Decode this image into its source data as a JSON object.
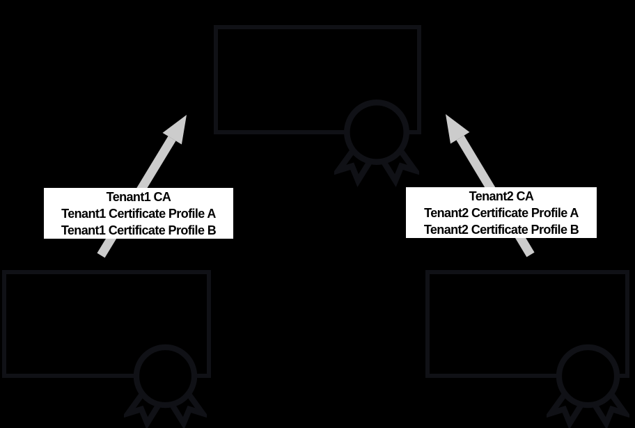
{
  "canvas": {
    "colors": {
      "background": "#000000",
      "diagram_stroke": "#101116",
      "arrow": "#cccccc",
      "label_background": "#ffffff",
      "label_text": "#000000"
    }
  },
  "icons": {
    "certificate_ribbon": "certificate-ribbon-icon"
  },
  "labels": {
    "tenant1": {
      "lines": [
        "Tenant1 CA",
        "Tenant1 Certificate Profile A",
        "Tenant1 Certificate Profile B"
      ]
    },
    "tenant2": {
      "lines": [
        "Tenant2 CA",
        "Tenant2 Certificate Profile A",
        "Tenant2 Certificate Profile B"
      ]
    }
  }
}
